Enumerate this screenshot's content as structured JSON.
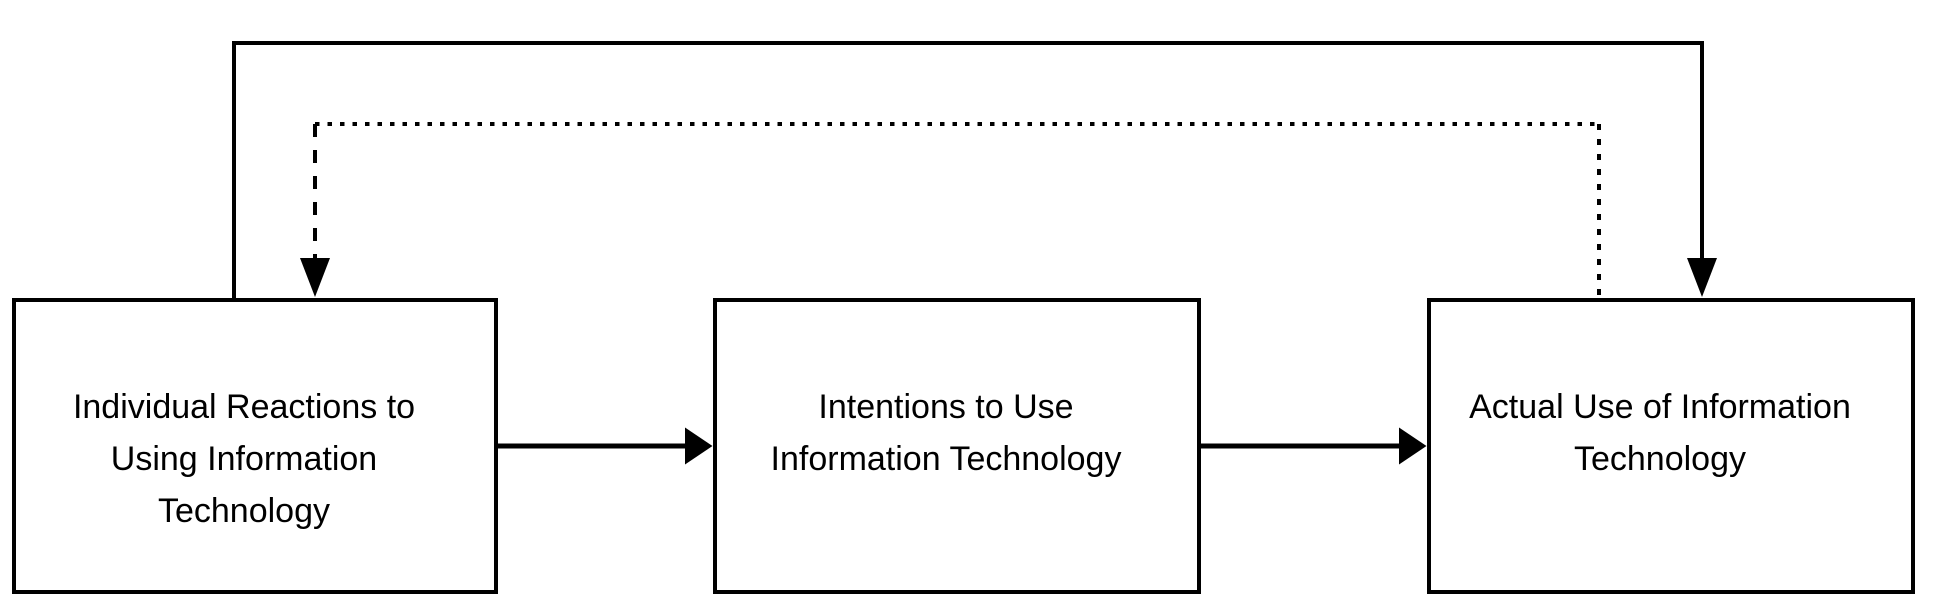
{
  "diagram": {
    "background_color": "#ffffff",
    "line_color": "#000000",
    "boxes": [
      {
        "id": "individual-reactions",
        "lines": [
          "Individual Reactions to",
          "Using Information",
          "Technology"
        ]
      },
      {
        "id": "intentions",
        "lines": [
          "Intentions to Use",
          "Information Technology"
        ]
      },
      {
        "id": "actual-use",
        "lines": [
          "Actual Use of Information",
          "Technology"
        ]
      }
    ],
    "connectors": [
      {
        "name": "reactions-to-intentions",
        "style": "solid",
        "from": "individual-reactions",
        "to": "intentions"
      },
      {
        "name": "intentions-to-actual-use",
        "style": "solid",
        "from": "intentions",
        "to": "actual-use"
      },
      {
        "name": "reactions-to-actual-use",
        "style": "solid",
        "from": "individual-reactions",
        "to": "actual-use"
      },
      {
        "name": "actual-use-feedback",
        "style": "dotted",
        "from": "actual-use",
        "to": "individual-reactions"
      }
    ]
  }
}
